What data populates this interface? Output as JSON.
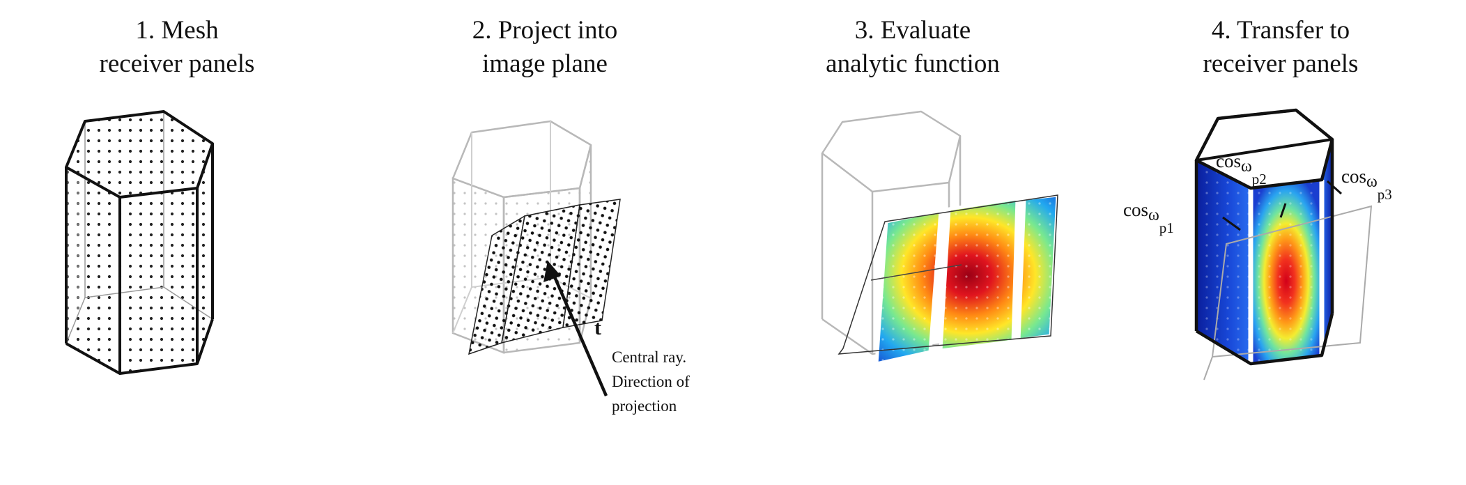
{
  "steps": [
    {
      "title_line1": "1. Mesh",
      "title_line2": "receiver panels"
    },
    {
      "title_line1": "2. Project into",
      "title_line2": "image plane"
    },
    {
      "title_line1": "3. Evaluate",
      "title_line2": "analytic function"
    },
    {
      "title_line1": "4. Transfer to",
      "title_line2": "receiver panels"
    }
  ],
  "annotations": {
    "vector_label": "t",
    "central_ray_line1": "Central ray.",
    "central_ray_line2": "Direction of",
    "central_ray_line3": "projection",
    "cos_symbol": "cos",
    "omega_symbol": "ω",
    "p1": "p1",
    "p2": "p2",
    "p3": "p3"
  },
  "colors": {
    "edge_dark": "#111111",
    "edge_light": "#b8b8b8",
    "heat_center": "#c8001e",
    "heat_edge": "#1030c8"
  }
}
